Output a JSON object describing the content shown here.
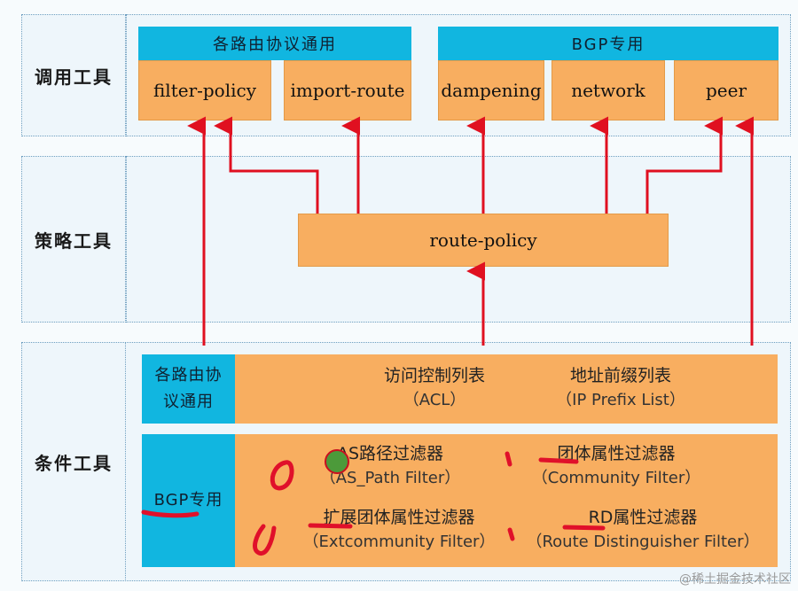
{
  "tiers": {
    "invoke": "调用工具",
    "policy": "策略工具",
    "condition": "条件工具"
  },
  "groups": {
    "all_protocols": "各路由协议通用",
    "bgp_only": "BGP专用"
  },
  "tools": {
    "filter_policy": "filter-policy",
    "import_route": "import-route",
    "dampening": "dampening",
    "network": "network",
    "peer": "peer",
    "route_policy": "route-policy"
  },
  "conditions": {
    "general_label_line1": "各路由协",
    "general_label_line2": "议通用",
    "acl_cn": "访问控制列表",
    "acl_en": "（ACL）",
    "ip_prefix_cn": "地址前缀列表",
    "ip_prefix_en": "（IP Prefix List）",
    "bgp_label": "BGP专用",
    "as_path_cn": "AS路径过滤器",
    "as_path_en": "（AS_Path Filter）",
    "community_cn": "团体属性过滤器",
    "community_en": "（Community Filter）",
    "ext_community_cn": "扩展团体属性过滤器",
    "ext_community_en": "（Extcommunity Filter）",
    "rd_cn": "RD属性过滤器",
    "rd_en": "（Route Distinguisher Filter）"
  },
  "colors": {
    "header_blue": "#11b6e0",
    "box_orange": "#f8ae60",
    "arrow_red": "#e01020",
    "panel_bg": "#eef6fb"
  },
  "watermark": "@稀土掘金技术社区"
}
